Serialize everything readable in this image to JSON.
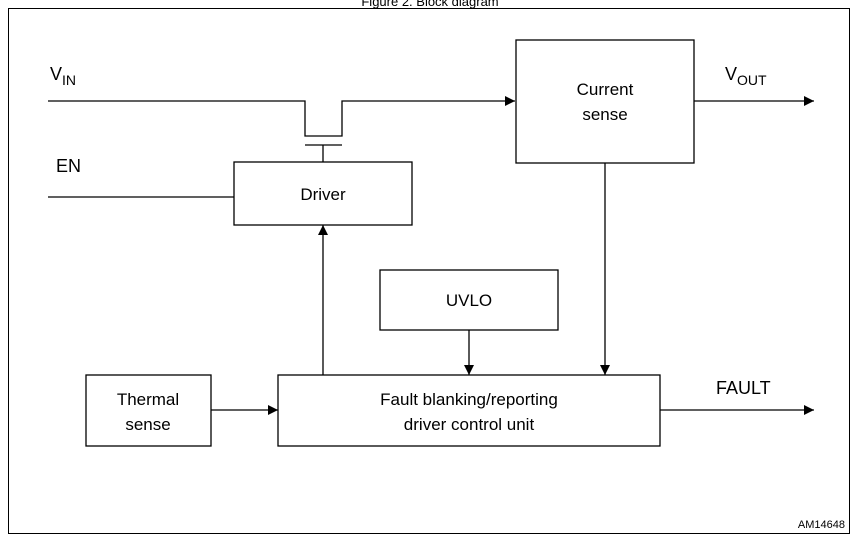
{
  "caption": "Figure 2. Block diagram",
  "signals": {
    "vin_main": "V",
    "vin_sub": "IN",
    "vout_main": "V",
    "vout_sub": "OUT",
    "en": "EN",
    "fault": "FAULT"
  },
  "blocks": {
    "current_sense": [
      "Current",
      "sense"
    ],
    "driver": "Driver",
    "uvlo": "UVLO",
    "thermal_sense": [
      "Thermal",
      "sense"
    ],
    "fault_unit": [
      "Fault blanking/reporting",
      "driver control unit"
    ]
  },
  "footnote": "AM14648",
  "colors": {
    "line": "#000000",
    "background": "#ffffff"
  }
}
